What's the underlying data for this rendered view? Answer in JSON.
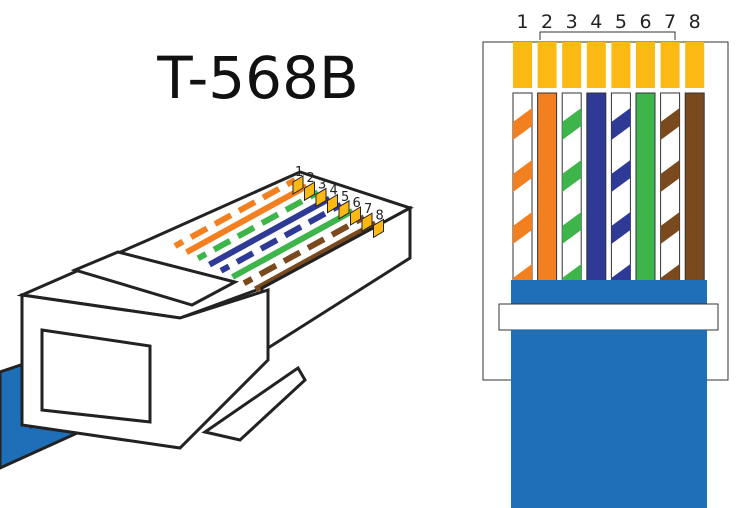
{
  "title": "T-568B",
  "pin_labels": [
    "1",
    "2",
    "3",
    "4",
    "5",
    "6",
    "7",
    "8"
  ],
  "wires": [
    {
      "pin": 1,
      "color": "#F28020",
      "striped": true
    },
    {
      "pin": 2,
      "color": "#F28020",
      "striped": false
    },
    {
      "pin": 3,
      "color": "#3DB54A",
      "striped": true
    },
    {
      "pin": 4,
      "color": "#2E3A96",
      "striped": false
    },
    {
      "pin": 5,
      "color": "#2E3A96",
      "striped": true
    },
    {
      "pin": 6,
      "color": "#3DB54A",
      "striped": false
    },
    {
      "pin": 7,
      "color": "#7A4A1E",
      "striped": true
    },
    {
      "pin": 8,
      "color": "#7A4A1E",
      "striped": false
    }
  ],
  "colors": {
    "contact": "#FDB913",
    "jacket": "#1F6EB8",
    "outline": "#222222",
    "shell": "#ffffff"
  }
}
